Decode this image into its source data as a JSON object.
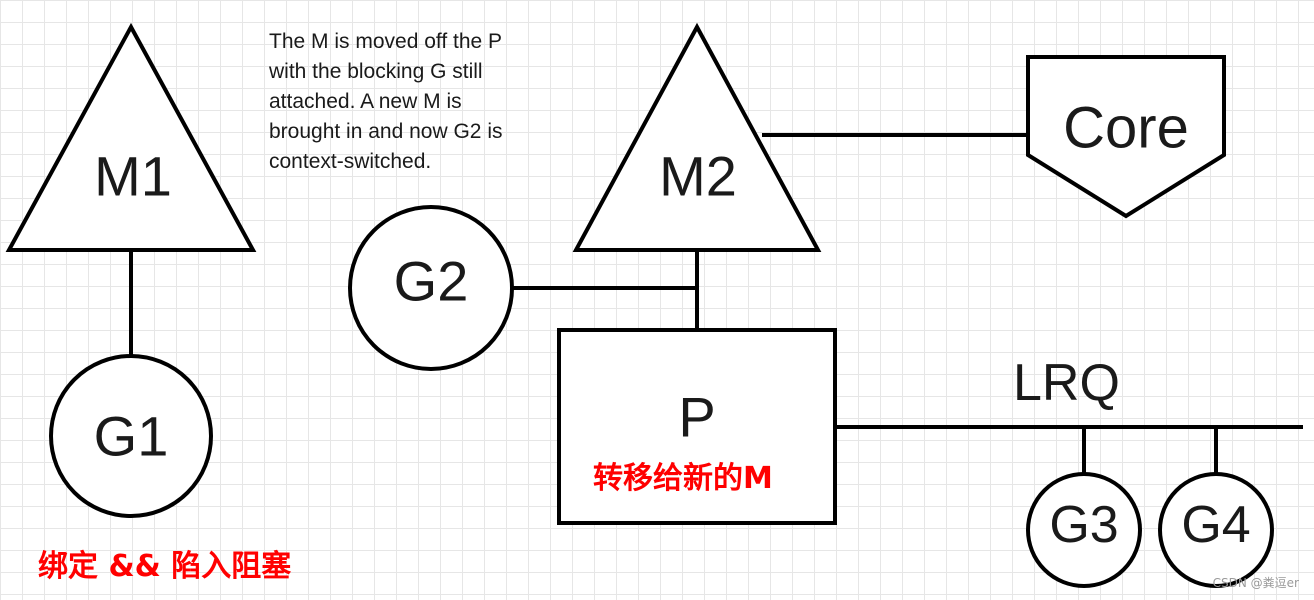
{
  "nodes": {
    "m1": "M1",
    "g1": "G1",
    "m2": "M2",
    "g2": "G2",
    "core": "Core",
    "p": "P",
    "lrq": "LRQ",
    "g3": "G3",
    "g4": "G4"
  },
  "note": {
    "lines": [
      "The M is moved off the P",
      "with the blocking G still",
      "attached. A new M is",
      "brought in and now G2 is",
      "context-switched."
    ]
  },
  "annotations": {
    "bound_blocked": "绑定 && 陷入阻塞",
    "transfer_to_new_m": "转移给新的M"
  },
  "colors": {
    "annotation": "#ff0000",
    "stroke": "#000000",
    "fill": "#ffffff",
    "grid": "#e6e6e6"
  },
  "watermark": "CSDN @粪逗er"
}
